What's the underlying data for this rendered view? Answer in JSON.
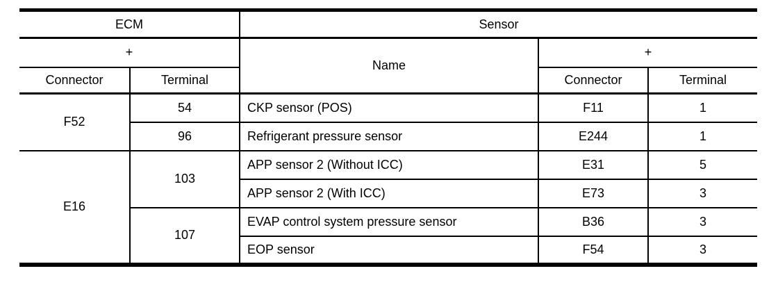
{
  "colors": {
    "border": "#000000",
    "text": "#000000",
    "background": "#ffffff"
  },
  "table": {
    "header": {
      "ecm_group_label": "ECM",
      "sensor_group_label": "Sensor",
      "ecm_polarity": "+",
      "sensor_polarity": "+",
      "name_label": "Name",
      "ecm_connector_label": "Connector",
      "ecm_terminal_label": "Terminal",
      "sensor_connector_label": "Connector",
      "sensor_terminal_label": "Terminal"
    },
    "rows": [
      {
        "ecm_connector": "F52",
        "ecm_terminal": "54",
        "name": "CKP sensor (POS)",
        "sensor_connector": "F11",
        "sensor_terminal": "1"
      },
      {
        "ecm_terminal": "96",
        "name": "Refrigerant pressure sensor",
        "sensor_connector": "E244",
        "sensor_terminal": "1"
      },
      {
        "ecm_connector": "E16",
        "ecm_terminal": "103",
        "name": "APP sensor 2 (Without ICC)",
        "sensor_connector": "E31",
        "sensor_terminal": "5"
      },
      {
        "name": "APP sensor 2 (With ICC)",
        "sensor_connector": "E73",
        "sensor_terminal": "3"
      },
      {
        "ecm_terminal": "107",
        "name": "EVAP control system pressure sensor",
        "sensor_connector": "B36",
        "sensor_terminal": "3"
      },
      {
        "name": "EOP sensor",
        "sensor_connector": "F54",
        "sensor_terminal": "3"
      }
    ]
  }
}
